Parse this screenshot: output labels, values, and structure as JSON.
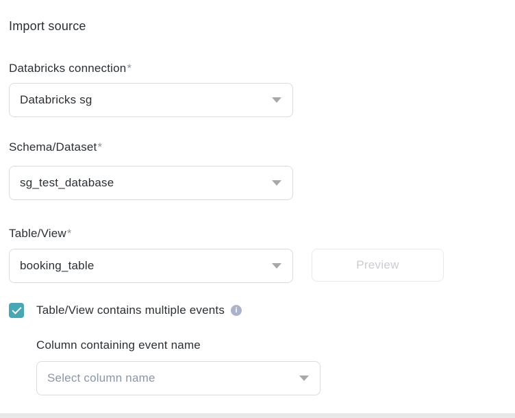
{
  "header": {
    "title": "Import source"
  },
  "form": {
    "connection": {
      "label": "Databricks connection",
      "required_mark": "*",
      "value": "Databricks sg"
    },
    "schema": {
      "label": "Schema/Dataset",
      "required_mark": "*",
      "value": "sg_test_database"
    },
    "table": {
      "label": "Table/View",
      "required_mark": "*",
      "value": "booking_table"
    },
    "preview_button": {
      "label": "Preview",
      "state": "disabled"
    },
    "multiple_events": {
      "label": "Table/View contains multiple events",
      "checked": true
    },
    "event_column": {
      "label": "Column containing event name",
      "placeholder": "Select column name"
    }
  },
  "icons": {
    "dropdown_caret": "caret-down-icon",
    "checkbox_check": "check-icon",
    "info_glyph": "i"
  },
  "colors": {
    "checkbox_teal": "#46a8b4",
    "info_icon_bg": "#aab3ca",
    "placeholder_text": "#8b94aa",
    "input_border": "#d9dbdf",
    "disabled_button_text": "#c9ccd0",
    "footer_divider": "#e9e9e9",
    "label_text": "#2b2f33",
    "required_mark": "#8d949c"
  }
}
